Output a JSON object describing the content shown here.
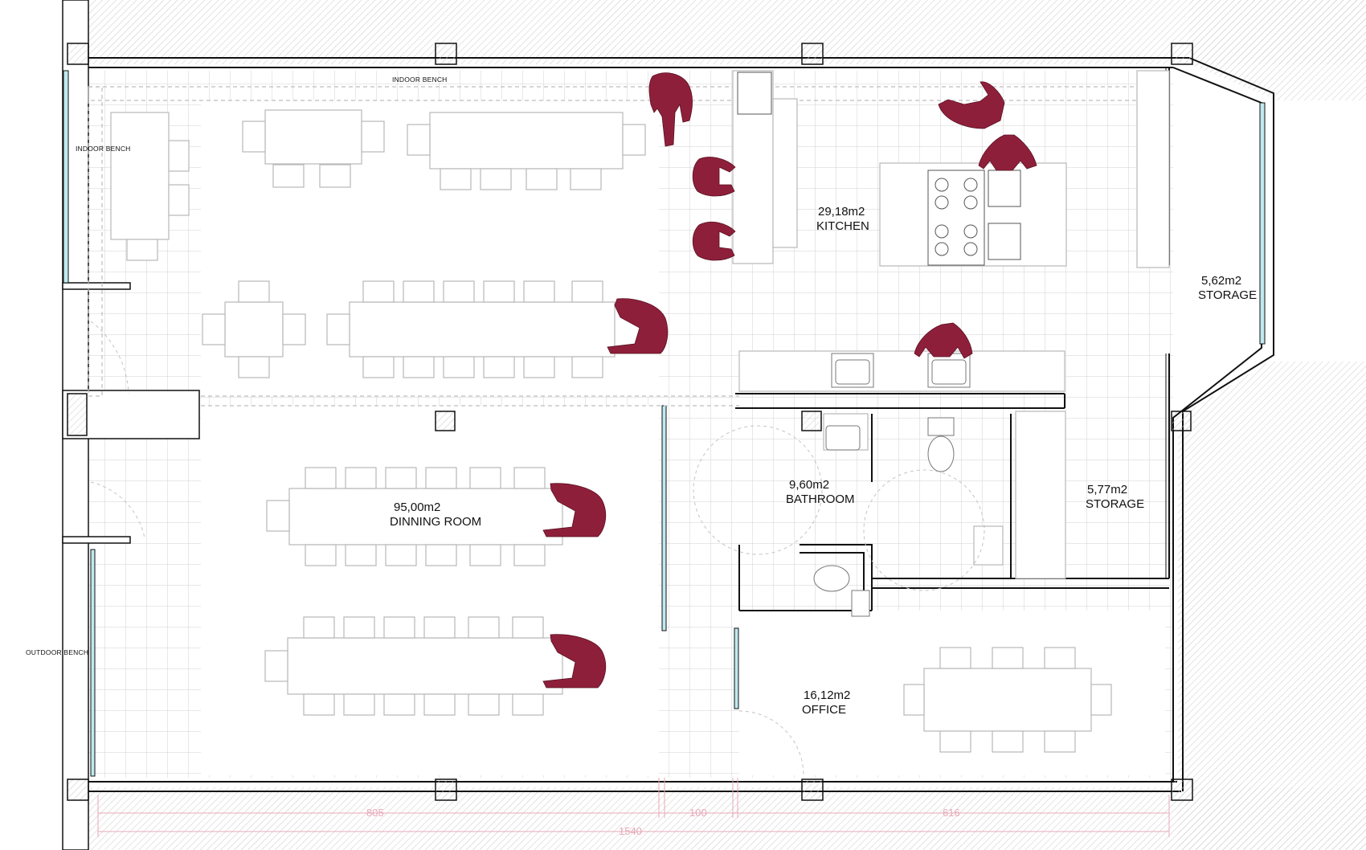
{
  "rooms": [
    {
      "area": "95,00m2",
      "name": "DINNING ROOM"
    },
    {
      "area": "29,18m2",
      "name": "KITCHEN"
    },
    {
      "area": "9,60m2",
      "name": "BATHROOM"
    },
    {
      "area": "16,12m2",
      "name": "OFFICE"
    },
    {
      "area": "5,62m2",
      "name": "STORAGE"
    },
    {
      "area": "5,77m2",
      "name": "STORAGE"
    }
  ],
  "benches": {
    "indoor_top": "INDOOR BENCH",
    "indoor_left": "INDOOR BENCH",
    "outdoor": "OUTDOOR BENCH"
  },
  "dimensions": {
    "left": "805",
    "middle": "100",
    "right": "616",
    "total": "1540"
  },
  "colors": {
    "figure": "#8e1f3a",
    "dimension": "#e7a9b7",
    "glass": "#bfe9ef",
    "wall": "#111111",
    "grid": "#cfcfcf"
  },
  "icons": {
    "person": "person-topview-icon",
    "stove": "stove-icon",
    "sink": "sink-icon",
    "toilet": "toilet-icon",
    "column": "column-icon"
  }
}
